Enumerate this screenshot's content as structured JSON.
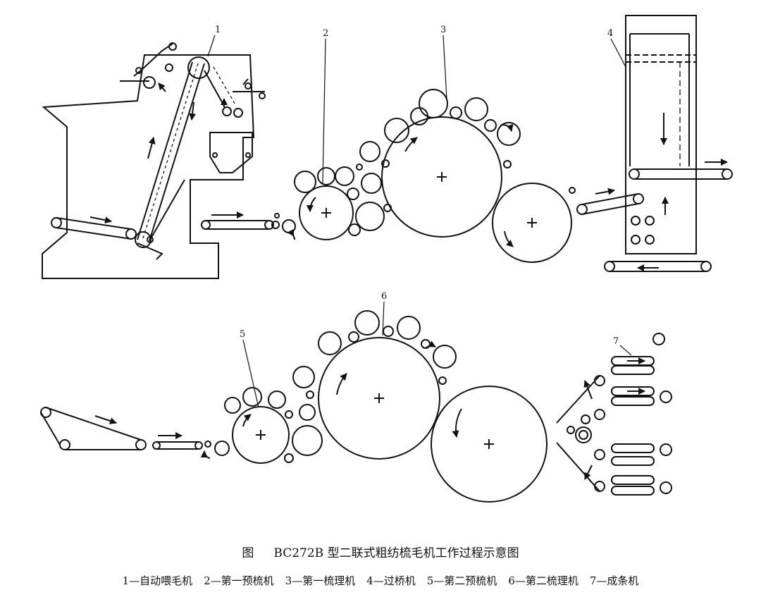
{
  "figure": {
    "labels": [
      "1",
      "2",
      "3",
      "4",
      "5",
      "6",
      "7"
    ],
    "caption_prefix": "图",
    "caption_title": "BC272B 型二联式粗纺梳毛机工作过程示意图",
    "legend": [
      "1—自动喂毛机",
      "2—第一预梳机",
      "3—第一梳理机",
      "4—过桥机",
      "5—第二预梳机",
      "6—第二梳理机",
      "7—成条机"
    ]
  },
  "colors": {
    "ink": "#111111",
    "background": "#ffffff"
  }
}
